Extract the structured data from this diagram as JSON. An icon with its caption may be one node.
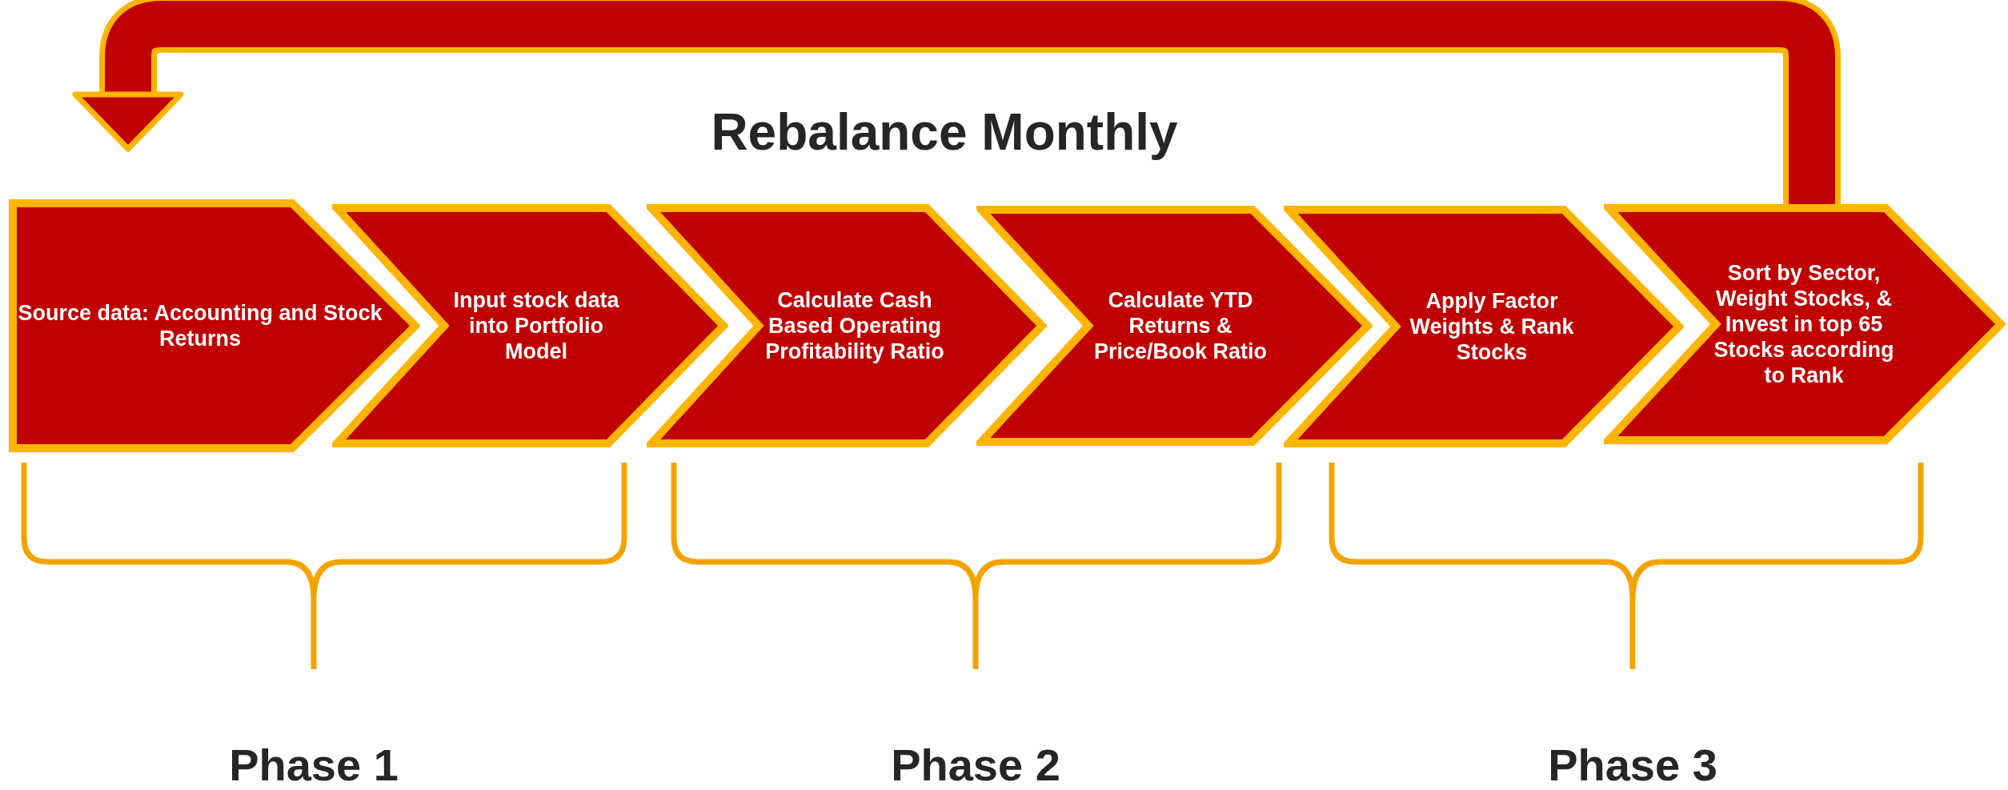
{
  "diagram": {
    "nodes": [
      {
        "text": [
          "Source data: Accounting and Stock Returns"
        ]
      },
      {
        "text": [
          "Input stock data into Portfolio Model"
        ]
      },
      {
        "text": [
          "Calculate Cash Based Operating Profitability Ratio"
        ]
      },
      {
        "text": [
          "Calculate YTD Returns & Price/Book Ratio"
        ]
      },
      {
        "text": [
          "Apply Factor Weights & Rank Stocks"
        ]
      },
      {
        "text": [
          "Sort by Sector, Weight Stocks, & Invest in top 65 Stocks according to Rank"
        ]
      }
    ],
    "edges": [
      {
        "from": 5,
        "to": 0,
        "arrow": "to",
        "label": "Rebalance Monthly"
      }
    ],
    "labels": [
      "Phase 1",
      "Phase 2",
      "Phase 3"
    ]
  }
}
